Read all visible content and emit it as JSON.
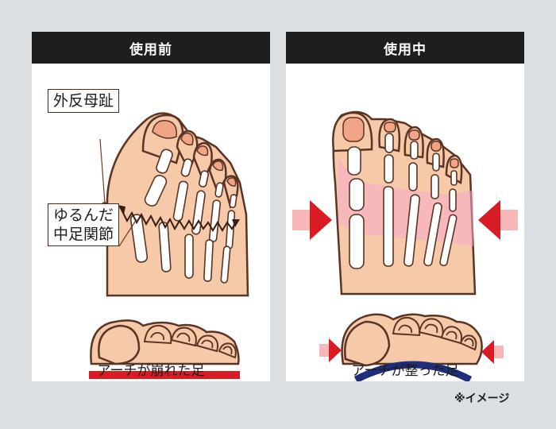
{
  "panels": {
    "before": {
      "title": "使用前",
      "caption": "アーチが崩れた足",
      "callout_bunion": "外反母趾",
      "callout_arch_line1": "ゆるんだ",
      "callout_arch_line2": "中足関節",
      "bar_color": "#d91c24"
    },
    "after": {
      "title": "使用中",
      "caption": "アーチが整った足",
      "support_color": "#1f2e7a",
      "arrow_color": "#d91c24"
    }
  },
  "footnote": "※イメージ",
  "colors": {
    "skin": "#f6c9a8",
    "outline": "#5a3424",
    "nail": "#f2a487",
    "bone": "#ffffff",
    "highlight": "#f6a9c9"
  }
}
